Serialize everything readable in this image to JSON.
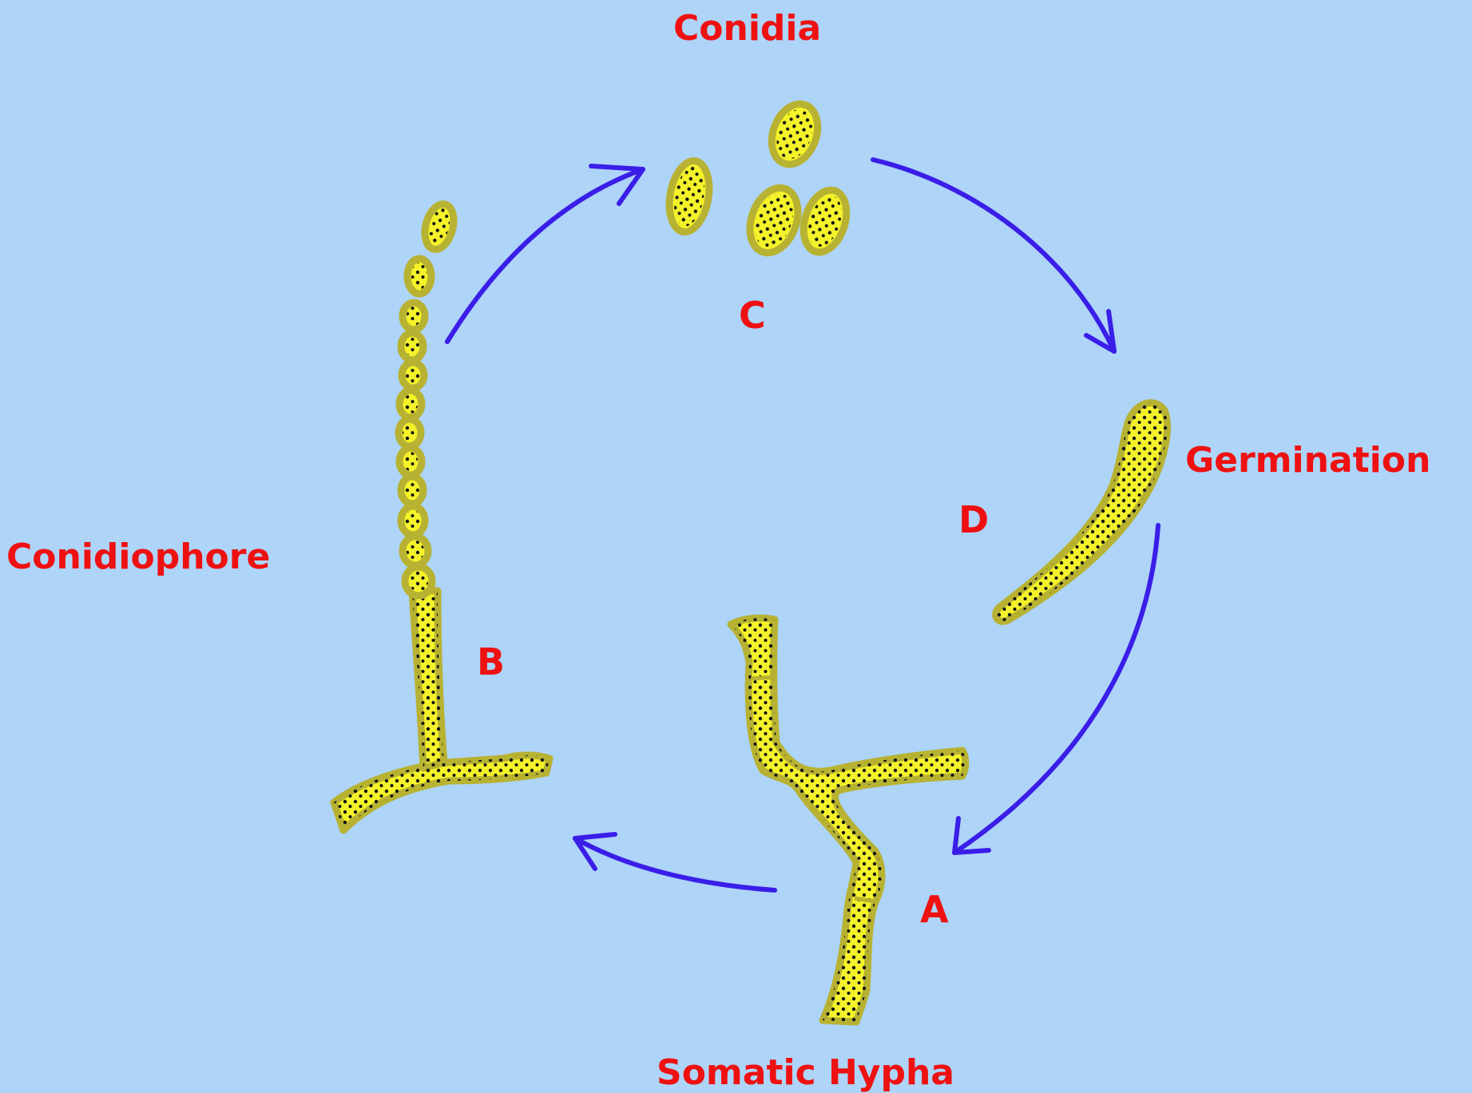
{
  "stages": {
    "conidia": "Conidia",
    "germination": "Germination",
    "conidiophore": "Conidiophore",
    "somatic_hypha": "Somatic Hypha"
  },
  "letters": {
    "a": "A",
    "b": "B",
    "c": "C",
    "d": "D"
  },
  "colors": {
    "background": "#aed4f8",
    "label": "#ee1111",
    "arrow": "#3a1ee8",
    "cell_fill": "#f4f22a",
    "cell_outline": "#b8b232",
    "dots": "#111111"
  }
}
